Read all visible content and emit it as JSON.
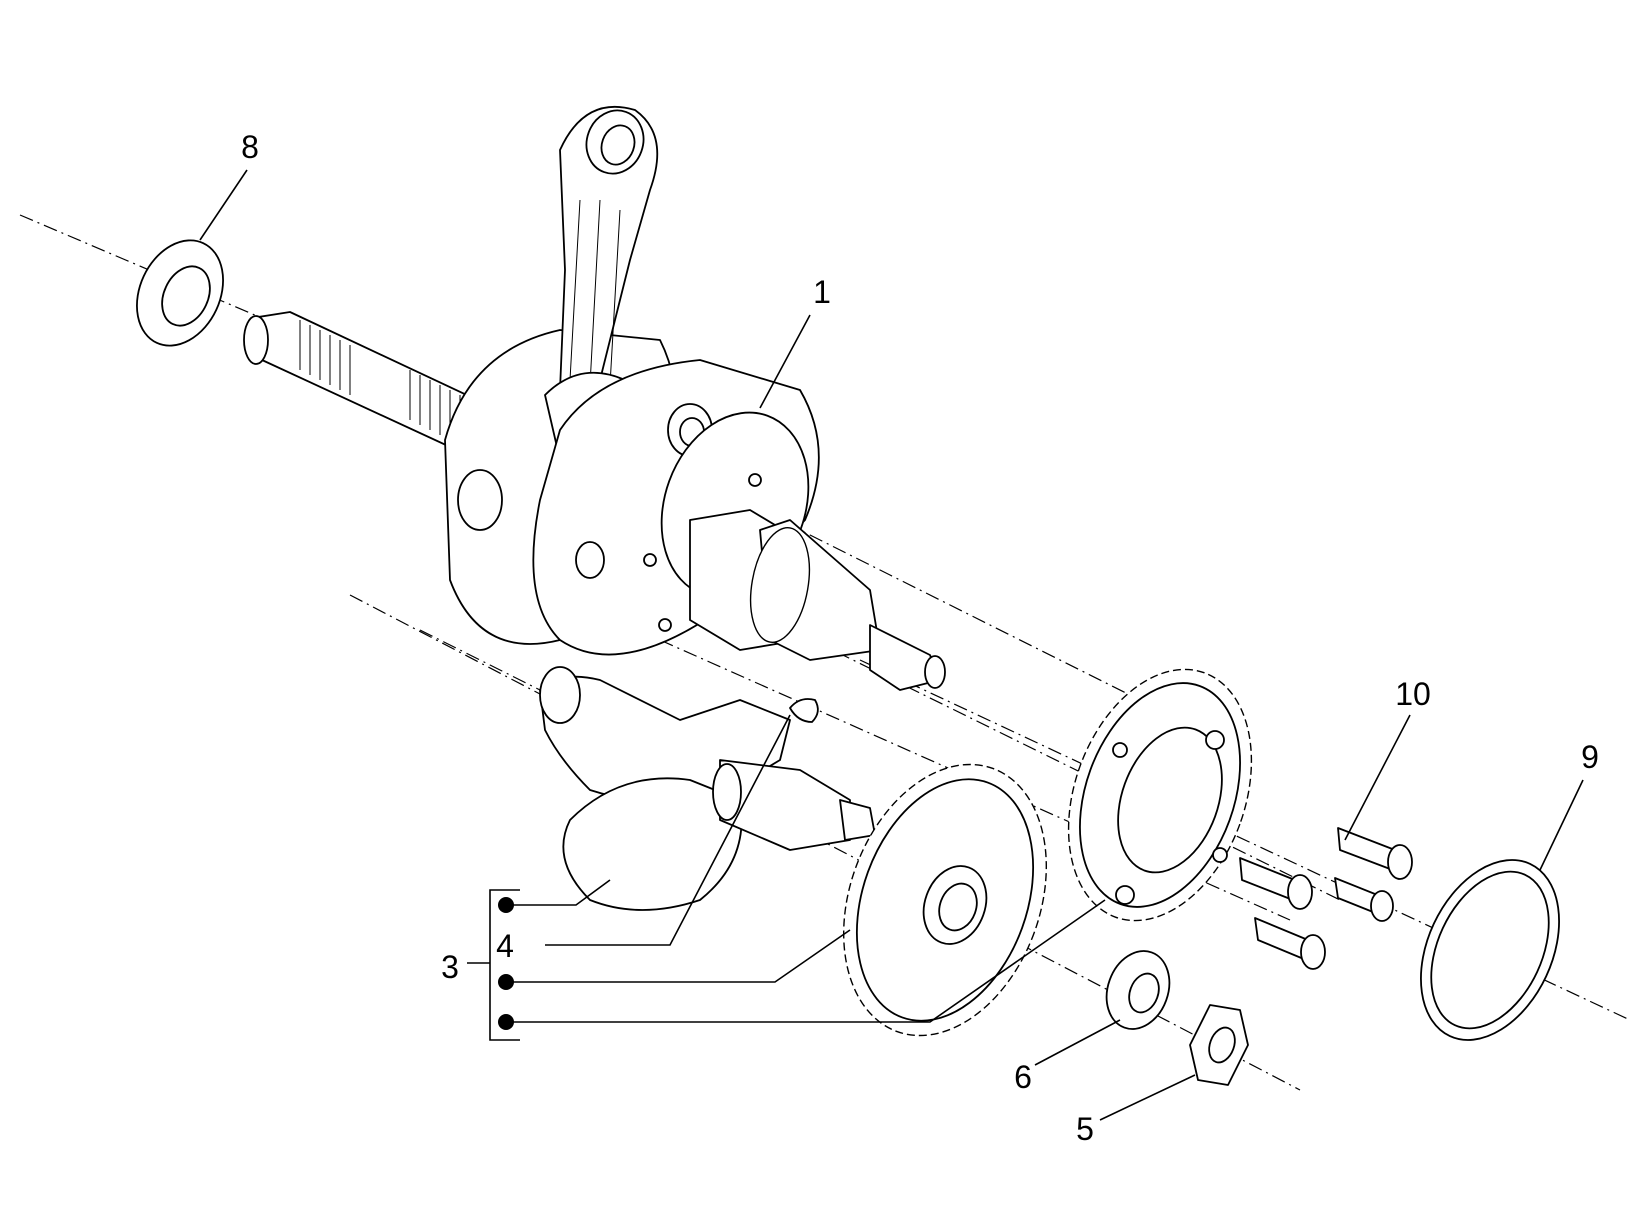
{
  "callouts": {
    "c1": "1",
    "c3": "3",
    "c4": "4",
    "c5": "5",
    "c6": "6",
    "c8": "8",
    "c9": "9",
    "c10": "10"
  },
  "colors": {
    "line": "#000000",
    "background": "#ffffff"
  }
}
